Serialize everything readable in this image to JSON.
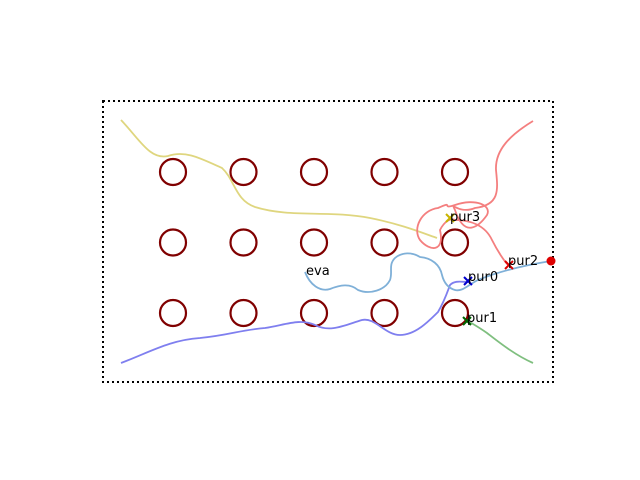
{
  "labels": {
    "evader": "eva",
    "pursuer0": "pur0",
    "pursuer1": "pur1",
    "pursuer2": "pur2",
    "pursuer3": "pur3"
  },
  "colors": {
    "obstacle": "#800000",
    "boundary": "#000000",
    "evader_trail": "#7fb0d8",
    "pursuer0_trail": "#7f7fef",
    "pursuer1_trail": "#7fbf7f",
    "pursuer2_trail": "#f47f7f",
    "pursuer3_trail": "#dfd67f",
    "pursuer0_marker": "#0000cc",
    "pursuer1_marker": "#006400",
    "pursuer2_marker": "#dd0000",
    "pursuer3_marker": "#c8b400",
    "target": "#dd0000"
  },
  "obstacle_grid": {
    "rows": 3,
    "cols": 5
  }
}
